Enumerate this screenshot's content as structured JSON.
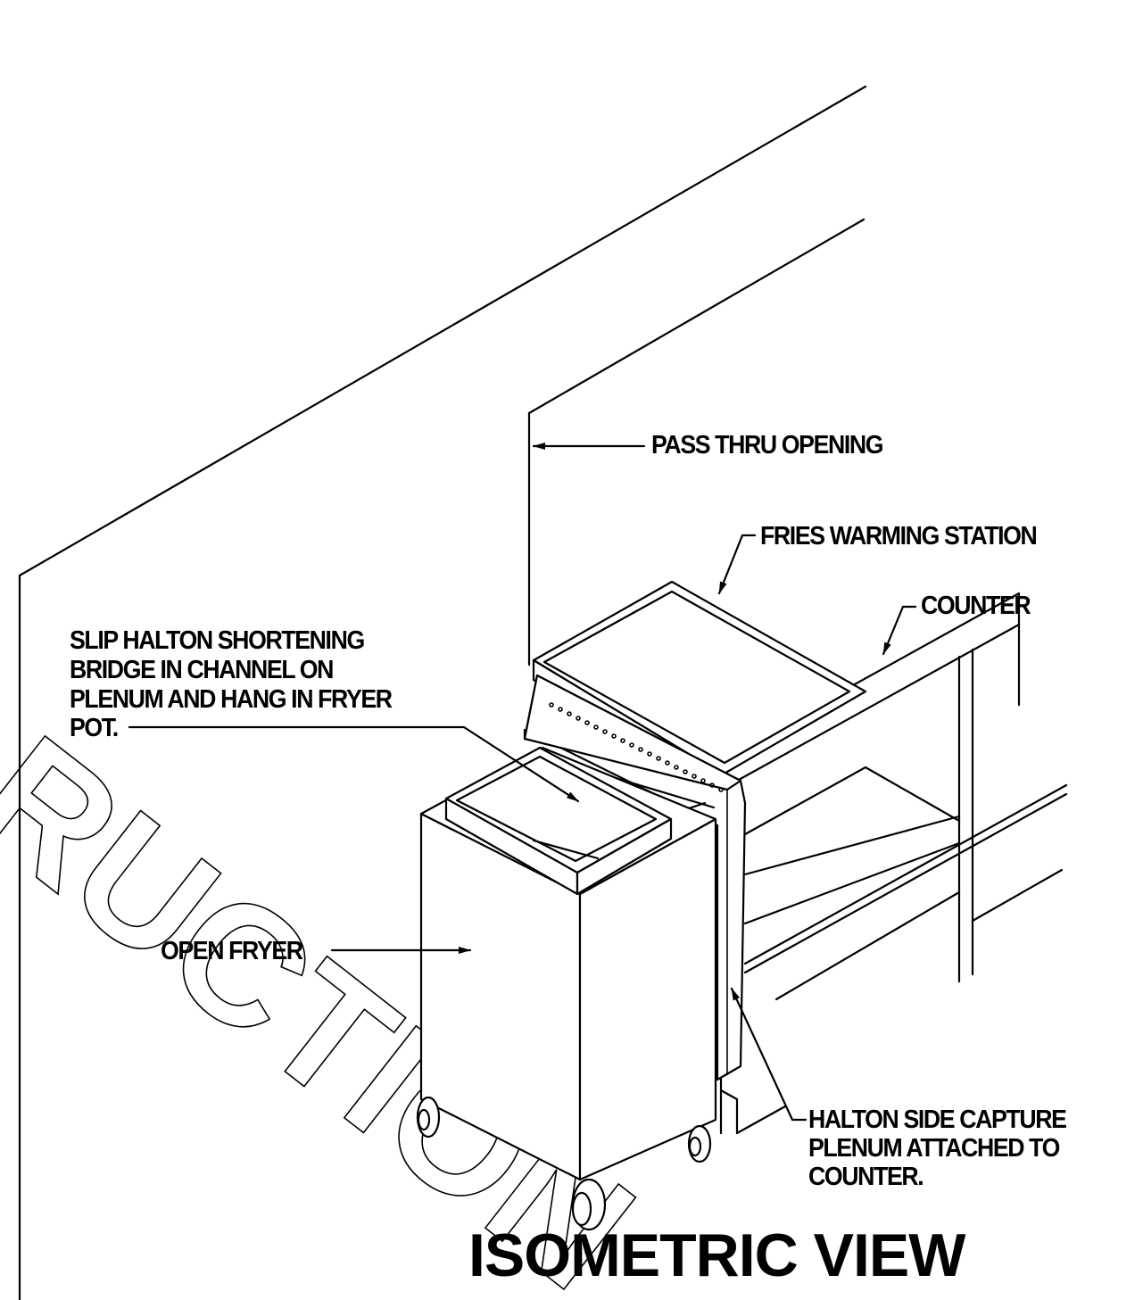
{
  "labels": {
    "pass_thru": "PASS THRU OPENING",
    "fries_station": "FRIES WARMING STATION",
    "counter": "COUNTER",
    "slip_note": [
      "SLIP HALTON SHORTENING",
      "BRIDGE IN CHANNEL ON",
      "PLENUM AND  HANG IN FRYER",
      "POT."
    ],
    "open_fryer": "OPEN FRYER",
    "plenum_note": [
      "HALTON SIDE CAPTURE",
      "PLENUM ATTACHED TO",
      "COUNTER."
    ]
  },
  "title": "ISOMETRIC VIEW",
  "watermark": "RUCTION",
  "colors": {
    "line": "#000000",
    "background": "#ffffff"
  }
}
